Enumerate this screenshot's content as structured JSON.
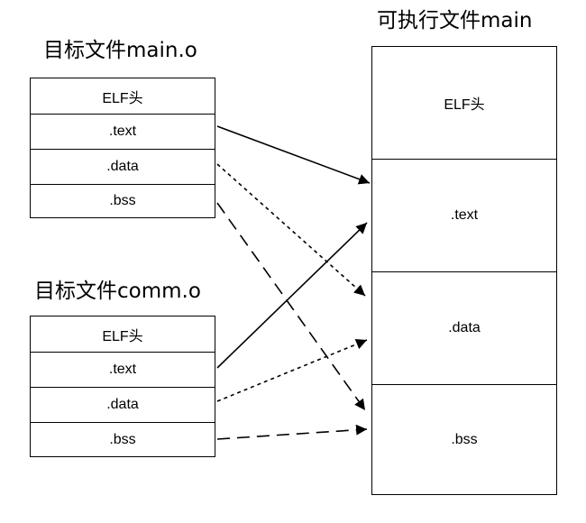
{
  "objects": [
    {
      "title": "目标文件main.o",
      "sections": [
        "ELF头",
        ".text",
        ".data",
        ".bss"
      ]
    },
    {
      "title": "目标文件comm.o",
      "sections": [
        "ELF头",
        ".text",
        ".data",
        ".bss"
      ]
    }
  ],
  "executable": {
    "title": "可执行文件main",
    "sections": [
      "ELF头",
      ".text",
      ".data",
      ".bss"
    ]
  },
  "links": [
    {
      "from_object": 0,
      "section": ".text",
      "style": "solid"
    },
    {
      "from_object": 0,
      "section": ".data",
      "style": "dotted"
    },
    {
      "from_object": 0,
      "section": ".bss",
      "style": "dashed"
    },
    {
      "from_object": 1,
      "section": ".text",
      "style": "solid"
    },
    {
      "from_object": 1,
      "section": ".data",
      "style": "dotted"
    },
    {
      "from_object": 1,
      "section": ".bss",
      "style": "dashed"
    }
  ]
}
